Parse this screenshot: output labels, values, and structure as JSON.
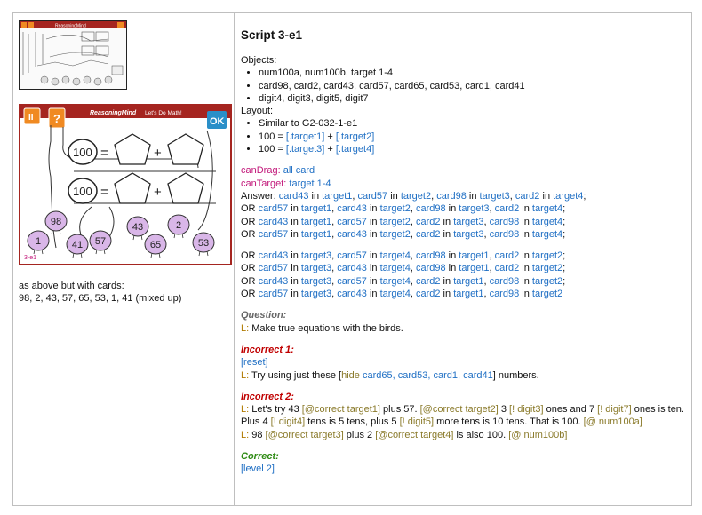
{
  "left": {
    "small_thumb": {
      "title": "ReasoningMind",
      "subtitle": "Let's Do Math!"
    },
    "big_thumb": {
      "title": "ReasoningMind",
      "subtitle": "Let's Do Math!",
      "pause_label": "II",
      "question_label": "?",
      "ok_label": "OK",
      "eq_num_1": "100",
      "eq_num_2": "100",
      "equals": "=",
      "plus": "+",
      "birds": [
        "98",
        "1",
        "41",
        "57",
        "43",
        "65",
        "2",
        "53"
      ],
      "tag": "3-e1"
    },
    "note_line1": "as above but with cards:",
    "note_line2": "98, 2, 43, 57, 65, 53, 1, 41 (mixed up)"
  },
  "script": {
    "title": "Script 3-e1",
    "objects_label": "Objects:",
    "objects": [
      "num100a, num100b, target 1-4",
      "card98, card2, card43, card57, card65, card53, card1, card41",
      "digit4, digit3, digit5, digit7"
    ],
    "layout_label": "Layout:",
    "layout_item1": "Similar to G2-032-1-e1",
    "layout_item2_pre": "100 = ",
    "layout_item2_a": "[.target1]",
    "layout_item2_plus": " + ",
    "layout_item2_b": "[.target2]",
    "layout_item3_pre": "100 = ",
    "layout_item3_a": "[.target3]",
    "layout_item3_plus": " + ",
    "layout_item3_b": "[.target4]",
    "candrag_label": "canDrag:",
    "candrag_value": " all card",
    "cantarget_label": "canTarget:",
    "cantarget_value": " target 1-4",
    "answer_lines": [
      {
        "pre": "Answer: ",
        "pairs": [
          [
            "card43",
            "target1"
          ],
          [
            "card57",
            "target2"
          ],
          [
            "card98",
            "target3"
          ],
          [
            "card2",
            "target4"
          ]
        ]
      },
      {
        "pre": "OR ",
        "pairs": [
          [
            "card57",
            "target1"
          ],
          [
            "card43",
            "target2"
          ],
          [
            "card98",
            "target3"
          ],
          [
            "card2",
            "target4"
          ]
        ]
      },
      {
        "pre": "OR ",
        "pairs": [
          [
            "card43",
            "target1"
          ],
          [
            "card57",
            "target2"
          ],
          [
            "card2",
            "target3"
          ],
          [
            "card98",
            "target4"
          ]
        ]
      },
      {
        "pre": "OR ",
        "pairs": [
          [
            "card57",
            "target1"
          ],
          [
            "card43",
            "target2"
          ],
          [
            "card2",
            "target3"
          ],
          [
            "card98",
            "target4"
          ]
        ]
      }
    ],
    "answer_lines2": [
      {
        "pre": "OR ",
        "pairs": [
          [
            "card43",
            "target3"
          ],
          [
            "card57",
            "target4"
          ],
          [
            "card98",
            "target1"
          ],
          [
            "card2",
            "target2"
          ]
        ]
      },
      {
        "pre": "OR ",
        "pairs": [
          [
            "card57",
            "target3"
          ],
          [
            "card43",
            "target4"
          ],
          [
            "card98",
            "target1"
          ],
          [
            "card2",
            "target2"
          ]
        ]
      },
      {
        "pre": "OR ",
        "pairs": [
          [
            "card43",
            "target3"
          ],
          [
            "card57",
            "target4"
          ],
          [
            "card2",
            "target1"
          ],
          [
            "card98",
            "target2"
          ]
        ]
      },
      {
        "pre": "OR ",
        "pairs": [
          [
            "card57",
            "target3"
          ],
          [
            "card43",
            "target4"
          ],
          [
            "card2",
            "target1"
          ],
          [
            "card98",
            "target2"
          ]
        ]
      }
    ],
    "in_word": " in ",
    "comma": ", ",
    "semicolon": ";",
    "question_label": "Question:",
    "question_l": "L:",
    "question_text": " Make true equations with the birds.",
    "incorrect1_label": "Incorrect 1:",
    "incorrect1_reset": "[reset]",
    "incorrect1_l": "L:",
    "incorrect1_pre": " Try using just these [",
    "incorrect1_hide": "hide",
    "incorrect1_cards": " card65, card53, card1, card41",
    "incorrect1_post": "] numbers.",
    "incorrect2_label": "Incorrect 2:",
    "inc2_line1": {
      "l": "L:",
      "t1": " Let's try 43 ",
      "c1": "[@correct target1]",
      "t2": " plus 57. ",
      "c2": "[@correct target2]",
      "t3": " 3 ",
      "c3": "[! digit3]",
      "t4": " ones and 7 ",
      "c4": "[! digit7]",
      "t5": " ones is ten."
    },
    "inc2_line2": {
      "t1": "Plus 4 ",
      "c1": "[! digit4]",
      "t2": " tens is 5 tens, plus 5 ",
      "c2": "[! digit5]",
      "t3": " more tens is 10 tens. That is 100. ",
      "c3": "[@ num100a]"
    },
    "inc2_line3": {
      "l": "L:",
      "t1": " 98 ",
      "c1": "[@correct target3]",
      "t2": " plus 2 ",
      "c2": "[@correct target4]",
      "t3": " is also 100. ",
      "c3": "[@ num100b]"
    },
    "correct_label": "Correct:",
    "correct_level": "[level 2]"
  }
}
